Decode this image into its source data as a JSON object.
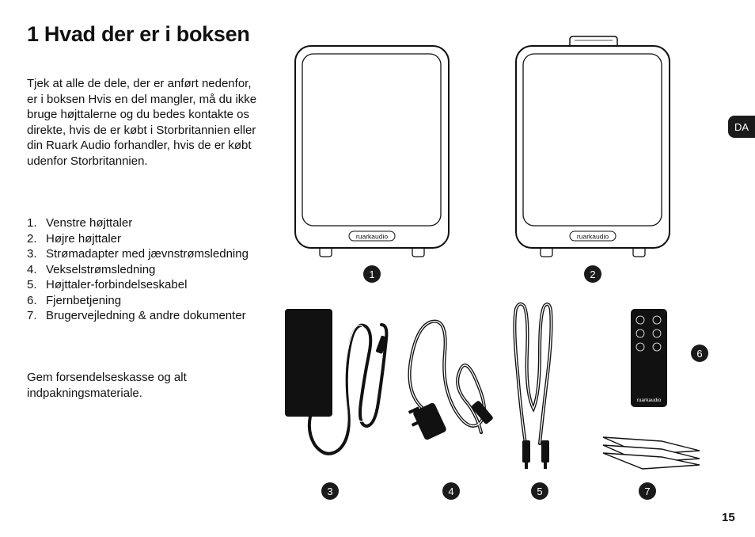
{
  "page": {
    "title": "1 Hvad der er i boksen",
    "intro": "Tjek at alle de dele, der er anført nedenfor, er i boksen Hvis en del mangler, må du ikke bruge højttalerne og du bedes kontakte os direkte, hvis de er købt i Storbritannien eller din Ruark Audio forhandler, hvis de er købt udenfor Storbritannien.",
    "items": [
      {
        "num": "1.",
        "label": "Venstre højttaler"
      },
      {
        "num": "2.",
        "label": "Højre højttaler"
      },
      {
        "num": "3.",
        "label": "Strømadapter med jævnstrømsledning"
      },
      {
        "num": "4.",
        "label": "Vekselstrømsledning"
      },
      {
        "num": "5.",
        "label": "Højttaler-forbindelseskabel"
      },
      {
        "num": "6.",
        "label": "Fjernbetjening"
      },
      {
        "num": "7.",
        "label": "Brugervejledning & andre dokumenter"
      }
    ],
    "footer_text": "Gem forsendelseskasse og alt indpakningsmateriale.",
    "language_tab": "DA",
    "page_number": "15"
  },
  "illustrations": {
    "brand_logo": "ruarkaudio",
    "badges": [
      "1",
      "2",
      "3",
      "4",
      "5",
      "6",
      "7"
    ]
  }
}
